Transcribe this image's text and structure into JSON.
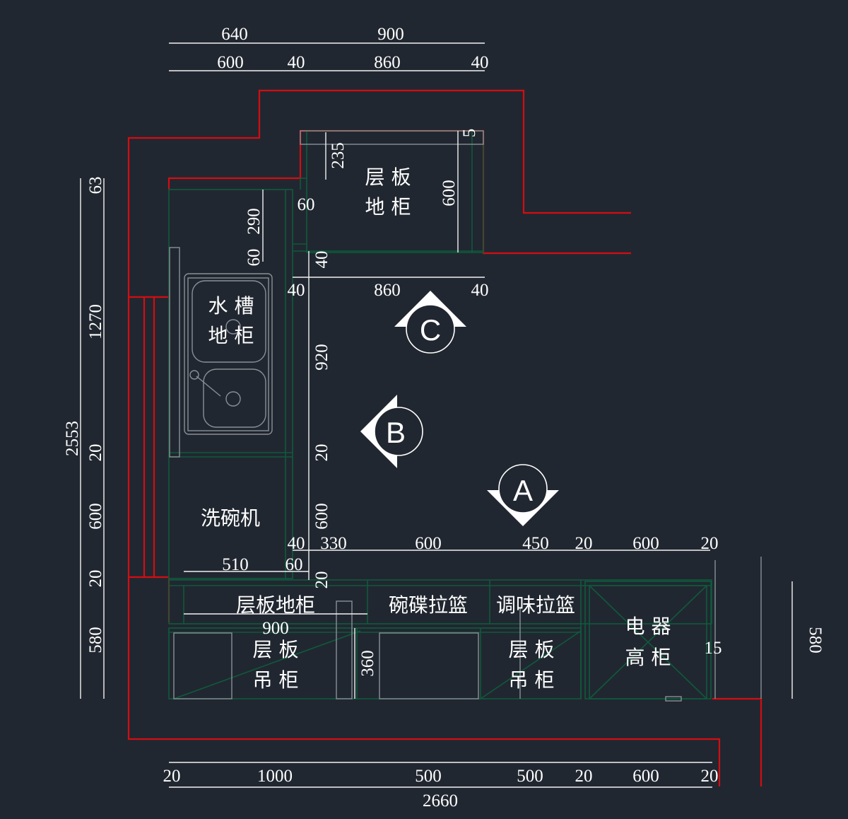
{
  "colors": {
    "background": "#212730",
    "wall": "#d40d12",
    "cabinet": "#0f5a3c",
    "fixture": "#8a8f96",
    "dimension": "#f2f2f2"
  },
  "top_dims": {
    "row1": [
      "640",
      "900"
    ],
    "row2": [
      "600",
      "40",
      "860",
      "40"
    ]
  },
  "left_dims": {
    "total": "2553",
    "segments": [
      "63",
      "1270",
      "20",
      "600",
      "20",
      "580"
    ]
  },
  "upper_cabinet": {
    "label_line1": "层  板",
    "label_line2": "地  柜",
    "dims": {
      "d235": "235",
      "d5": "5",
      "d600": "600",
      "d60": "60",
      "d290": "290",
      "d60b": "60",
      "d40v": "40"
    }
  },
  "inner_dims": {
    "row_860": [
      "40",
      "860",
      "40"
    ],
    "v920": "920",
    "v20": "20",
    "v600": "600",
    "v20b": "20"
  },
  "sink_cabinet": {
    "label_line1": "水  槽",
    "label_line2": "地  柜"
  },
  "dishwasher": {
    "label": "洗碗机"
  },
  "bottom_base": {
    "dim_row": [
      "40",
      "330",
      "600",
      "450",
      "20",
      "600",
      "20"
    ],
    "d510": "510",
    "d60": "60",
    "shelf_base_label": "层板地柜",
    "dish_basket_label": "碗碟拉篮",
    "spice_basket_label": "调味拉篮",
    "d900": "900"
  },
  "wall_cabinets": {
    "left_line1": "层  板",
    "left_line2": "吊  柜",
    "right_line1": "层  板",
    "right_line2": "吊  柜",
    "d360": "360"
  },
  "tall_cabinet": {
    "label_line1": "电  器",
    "label_line2": "高  柜",
    "d15": "15"
  },
  "right_dim": {
    "value": "580"
  },
  "bottom_dims": {
    "row1": [
      "20",
      "1000",
      "500",
      "500",
      "20",
      "600",
      "20"
    ],
    "total": "2660"
  },
  "elevation_markers": [
    {
      "letter": "A",
      "direction": "down"
    },
    {
      "letter": "B",
      "direction": "left"
    },
    {
      "letter": "C",
      "direction": "up"
    }
  ]
}
